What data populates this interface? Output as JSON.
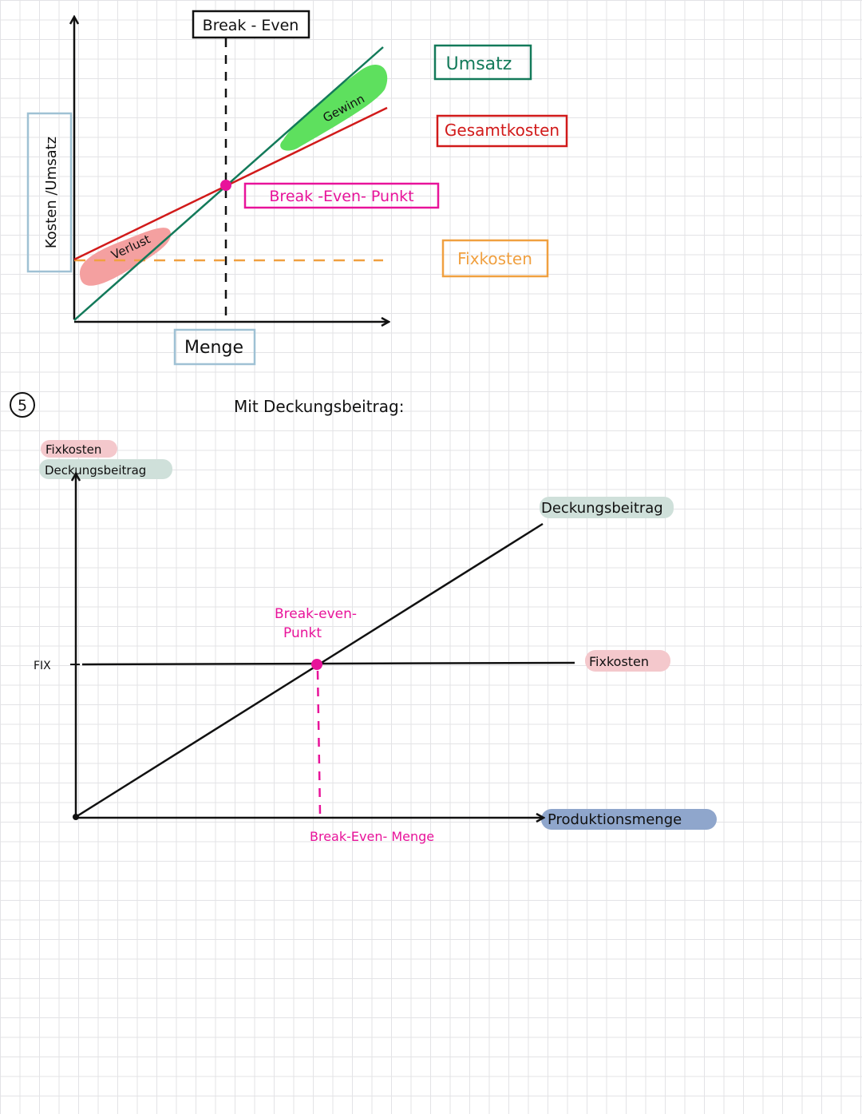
{
  "colors": {
    "umsatz": "#137a5a",
    "gesamtkosten": "#d11a1a",
    "fixkosten": "#f0a040",
    "break_even": "#e8139a",
    "gewinn_fill": "#5ee05e",
    "verlust_fill": "#f4a0a0",
    "axis_label_box": "#9fc1d4",
    "db_highlight": "#cfe0da",
    "fix_highlight": "#f4c8cc",
    "menge_highlight": "#8fa6cc"
  },
  "diagram_top": {
    "break_even_box": "Break - Even",
    "ylabel": "Kosten /Umsatz",
    "xlabel": "Menge",
    "gewinn": "Gewinn",
    "verlust": "Verlust",
    "legend_umsatz": "Umsatz",
    "legend_gesamtkosten": "Gesamtkosten",
    "legend_bep": "Break -Even- Punkt",
    "legend_fixkosten": "Fixkosten"
  },
  "section": {
    "number": "5",
    "heading": "Mit Deckungsbeitrag:"
  },
  "diagram_bottom": {
    "ylabel_fix": "Fixkosten",
    "ylabel_db": "Deckungsbeitrag",
    "tick_fix": "FIX",
    "line_db": "Deckungsbeitrag",
    "line_fix": "Fixkosten",
    "bep_line1": "Break-even-",
    "bep_line2": "Punkt",
    "bem": "Break-Even- Menge",
    "xlabel": "Produktionsmenge"
  }
}
